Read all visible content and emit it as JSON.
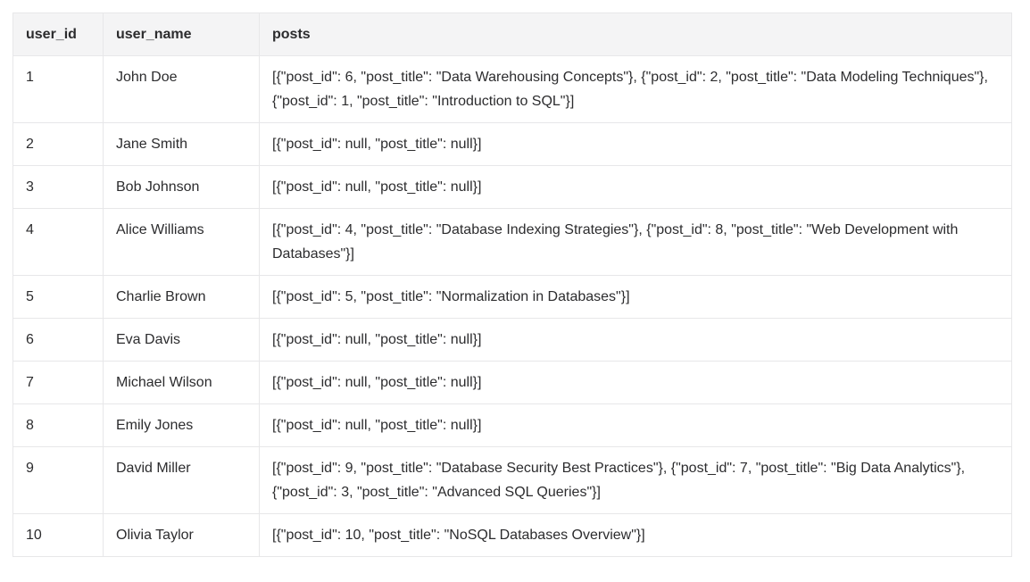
{
  "colors": {
    "page_bg": "#ffffff",
    "header_bg": "#f4f4f5",
    "border": "#e7e7e9",
    "text": "#2c2c2e"
  },
  "table": {
    "columns": [
      {
        "key": "user_id",
        "label": "user_id"
      },
      {
        "key": "user_name",
        "label": "user_name"
      },
      {
        "key": "posts",
        "label": "posts"
      }
    ],
    "rows": [
      {
        "user_id": "1",
        "user_name": "John Doe",
        "posts": "[{\"post_id\": 6, \"post_title\": \"Data Warehousing Concepts\"}, {\"post_id\": 2, \"post_title\": \"Data Modeling Techniques\"}, {\"post_id\": 1, \"post_title\": \"Introduction to SQL\"}]"
      },
      {
        "user_id": "2",
        "user_name": "Jane Smith",
        "posts": "[{\"post_id\": null, \"post_title\": null}]"
      },
      {
        "user_id": "3",
        "user_name": "Bob Johnson",
        "posts": "[{\"post_id\": null, \"post_title\": null}]"
      },
      {
        "user_id": "4",
        "user_name": "Alice Williams",
        "posts": "[{\"post_id\": 4, \"post_title\": \"Database Indexing Strategies\"}, {\"post_id\": 8, \"post_title\": \"Web Development with Databases\"}]"
      },
      {
        "user_id": "5",
        "user_name": "Charlie Brown",
        "posts": "[{\"post_id\": 5, \"post_title\": \"Normalization in Databases\"}]"
      },
      {
        "user_id": "6",
        "user_name": "Eva Davis",
        "posts": "[{\"post_id\": null, \"post_title\": null}]"
      },
      {
        "user_id": "7",
        "user_name": "Michael Wilson",
        "posts": "[{\"post_id\": null, \"post_title\": null}]"
      },
      {
        "user_id": "8",
        "user_name": "Emily Jones",
        "posts": "[{\"post_id\": null, \"post_title\": null}]"
      },
      {
        "user_id": "9",
        "user_name": "David Miller",
        "posts": "[{\"post_id\": 9, \"post_title\": \"Database Security Best Practices\"}, {\"post_id\": 7, \"post_title\": \"Big Data Analytics\"}, {\"post_id\": 3, \"post_title\": \"Advanced SQL Queries\"}]"
      },
      {
        "user_id": "10",
        "user_name": "Olivia Taylor",
        "posts": "[{\"post_id\": 10, \"post_title\": \"NoSQL Databases Overview\"}]"
      }
    ]
  }
}
